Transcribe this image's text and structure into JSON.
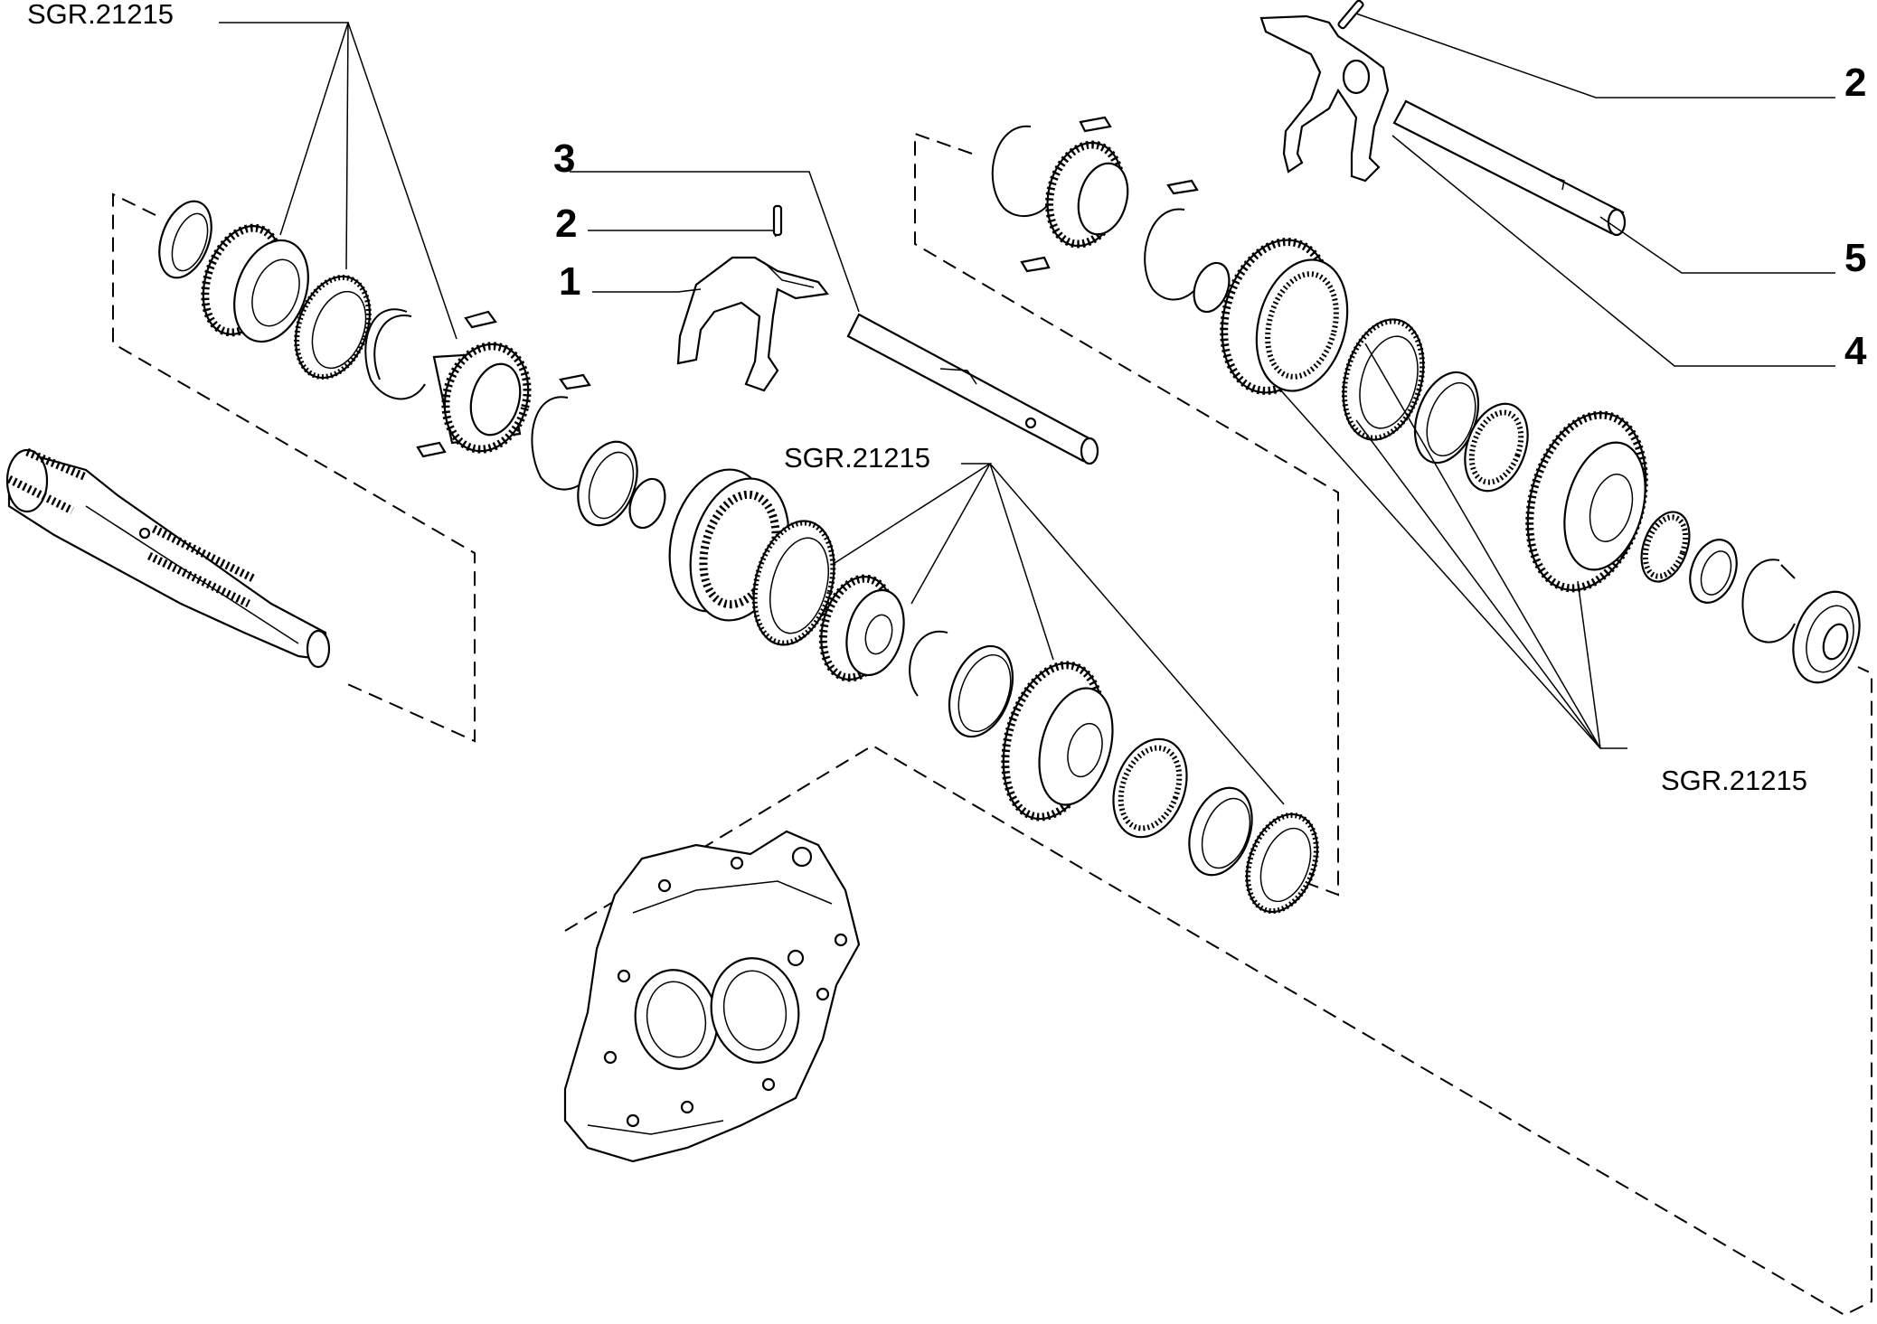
{
  "callouts": {
    "sgr_top_left": "SGR.21215",
    "sgr_center": "SGR.21215",
    "sgr_right": "SGR.21215",
    "num_3": "3",
    "num_2_left": "2",
    "num_1": "1",
    "num_2_right": "2",
    "num_5": "5",
    "num_4": "4"
  },
  "colors": {
    "line": "#000000",
    "background": "#ffffff"
  }
}
